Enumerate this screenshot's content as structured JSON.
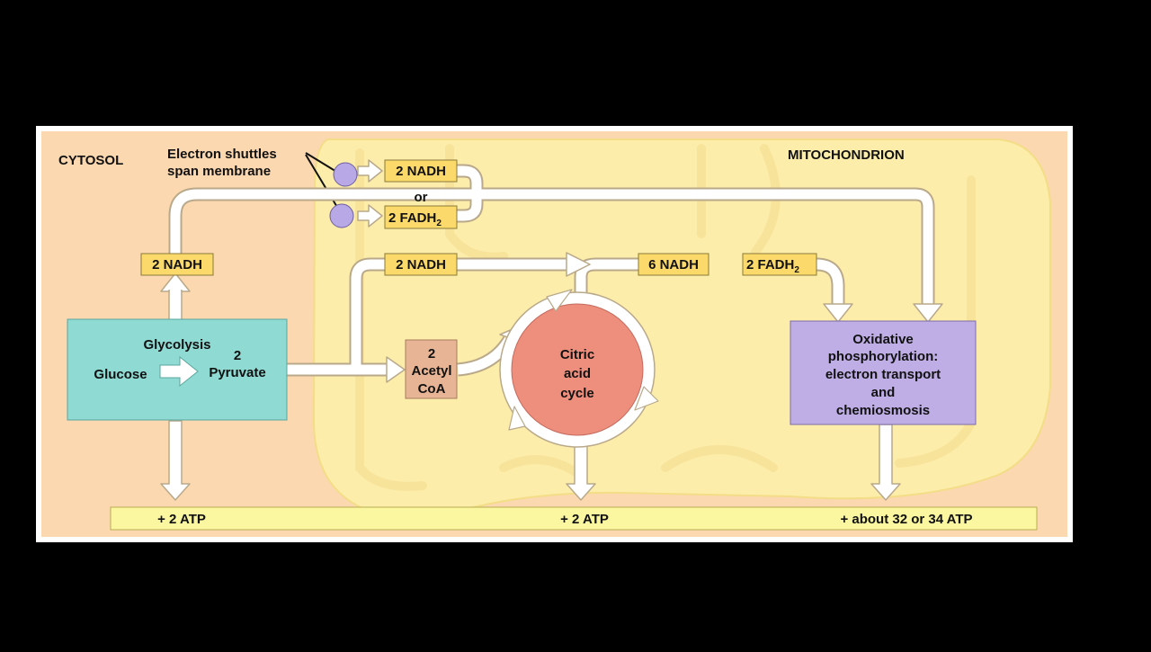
{
  "colors": {
    "background": "#000000",
    "cytosol": "#fbd8b0",
    "mitochondrion": "#fcedab",
    "cristae": "#f7e39a",
    "carrier_box": "#fbd96a",
    "glycolysis_box": "#8fdad2",
    "acetyl_box": "#e7b596",
    "citric_cycle": "#ee8f7e",
    "oxphos_box": "#bfaee6",
    "shuttle_circle": "#b9a8e6",
    "atp_bar": "#fbf6a0",
    "arrow_fill": "#ffffff"
  },
  "regions": {
    "cytosol": "CYTOSOL",
    "mitochondrion": "MITOCHONDRION"
  },
  "shuttle_label": {
    "line1": "Electron shuttles",
    "line2": "span membrane"
  },
  "carriers": {
    "shuttle_nadh": "2 NADH",
    "or": "or",
    "shuttle_fadh2_base": "2 FADH",
    "shuttle_fadh2_sub": "2",
    "glycolysis_nadh": "2 NADH",
    "pyruvate_nadh": "2 NADH",
    "cycle_nadh": "6 NADH",
    "cycle_fadh2_base": "2 FADH",
    "cycle_fadh2_sub": "2"
  },
  "glycolysis": {
    "title": "Glycolysis",
    "input": "Glucose",
    "output_line1": "2",
    "output_line2": "Pyruvate"
  },
  "acetyl_coa": {
    "line1": "2",
    "line2": "Acetyl",
    "line3": "CoA"
  },
  "citric_acid_cycle": {
    "line1": "Citric",
    "line2": "acid",
    "line3": "cycle"
  },
  "oxidative_phosphorylation": {
    "line1": "Oxidative",
    "line2": "phosphorylation:",
    "line3": "electron transport",
    "line4": "and",
    "line5": "chemiosmosis"
  },
  "atp_yield": {
    "glycolysis": "+ 2 ATP",
    "citric_acid_cycle": "+ 2 ATP",
    "oxidative_phosphorylation": "+ about 32 or 34 ATP"
  }
}
